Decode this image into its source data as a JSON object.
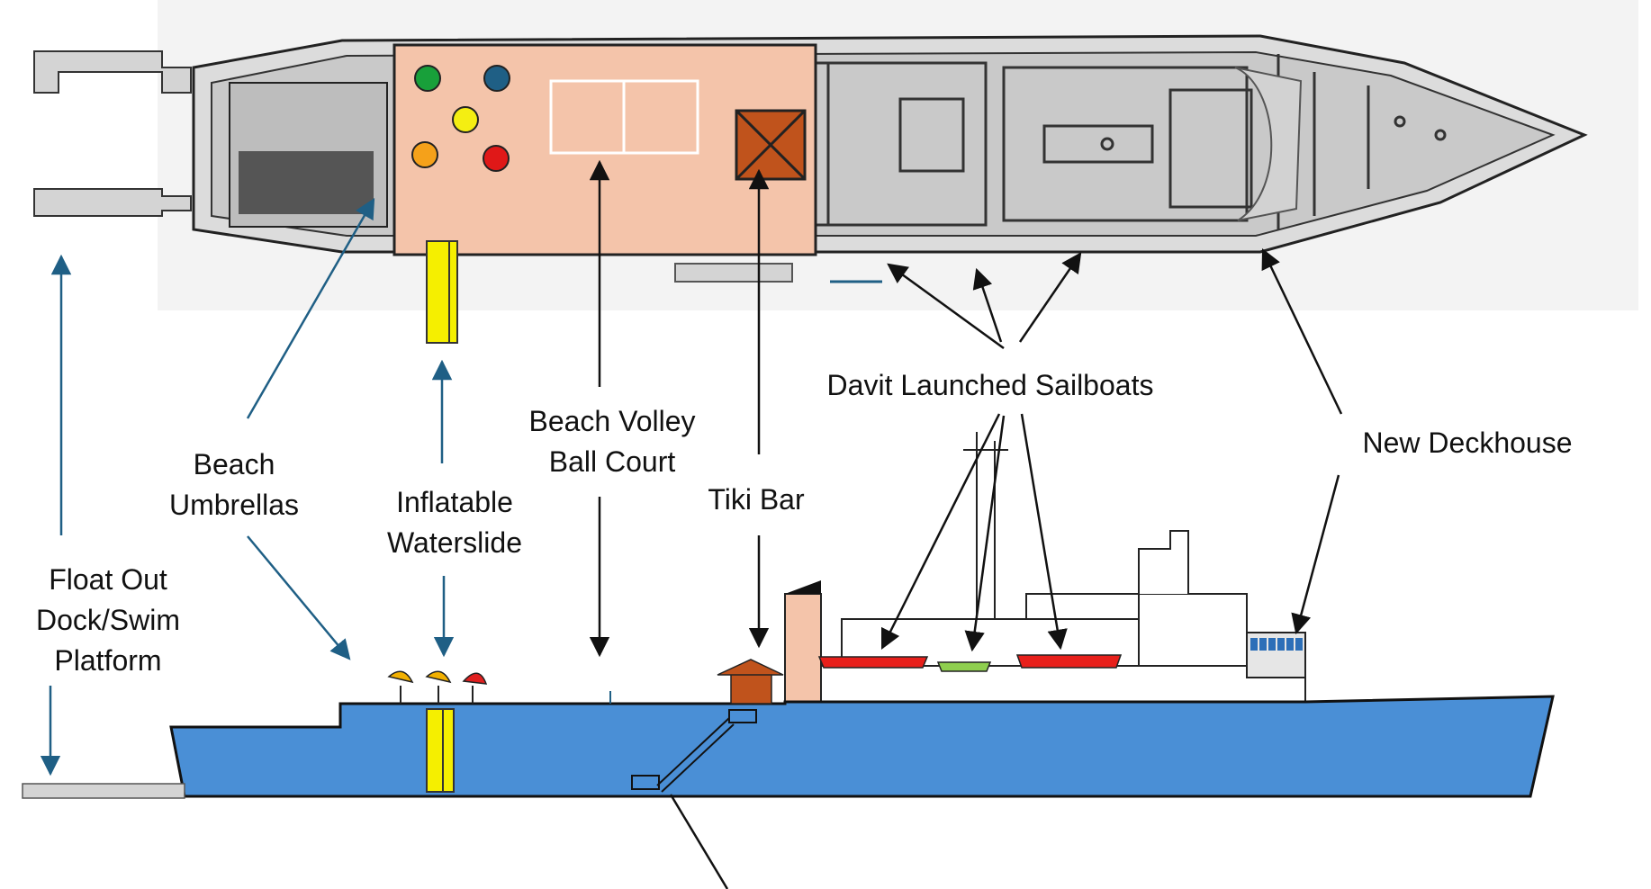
{
  "labels": {
    "float_out": [
      "Float Out",
      "Dock/Swim",
      "Platform"
    ],
    "umbrellas": [
      "Beach",
      "Umbrellas"
    ],
    "waterslide": [
      "Inflatable",
      "Waterslide"
    ],
    "volleyball": [
      "Beach Volley",
      "Ball Court"
    ],
    "tiki_bar": "Tiki Bar",
    "sailboats": "Davit Launched Sailboats",
    "deckhouse": "New Deckhouse"
  },
  "colors": {
    "hull": "#4a8fd6",
    "beach_deck": "#f4c4aa",
    "tiki_bar": "#c0531c",
    "waterslide": "#f5ef00",
    "sailboat_red": "#e8201b",
    "sailboat_green": "#8fcf4f",
    "deckhouse_window": "#2c6fb8",
    "arrow_blue": "#1f5f85",
    "arrow_black": "#111111",
    "plan_gray": "#9e9e9e",
    "ball_colors": [
      "#18a03a",
      "#1f5f85",
      "#f4ee12",
      "#f5a11a",
      "#e01818"
    ],
    "umbrella_colors": [
      "#f2b000",
      "#f2b000",
      "#e02020"
    ]
  }
}
